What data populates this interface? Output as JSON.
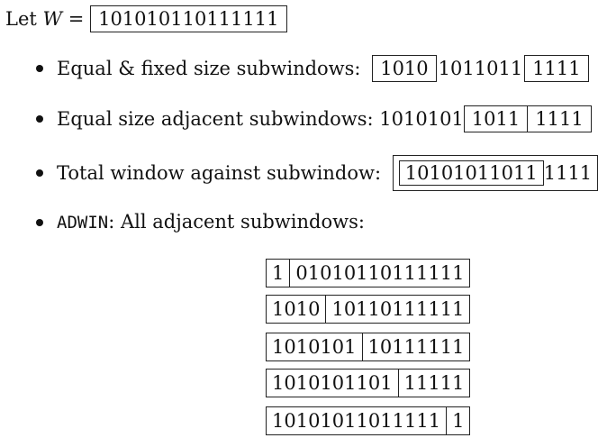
{
  "header": {
    "let_text": "Let",
    "var_name": "W",
    "equals": "=",
    "sequence": "101010110111111"
  },
  "bullets": [
    {
      "label": "Equal & fixed size subwindows:",
      "first_box": "1010",
      "middle": "1011011",
      "last_box": "1111"
    },
    {
      "label": "Equal size adjacent subwindows:",
      "prefix": "1010101",
      "box_a": "1011",
      "box_b": "1111"
    },
    {
      "label": "Total window against subwindow:",
      "inner_box": "10101011011",
      "trailing": "1111"
    },
    {
      "code": "ADWIN",
      "label": ": All adjacent subwindows:"
    }
  ],
  "adwin_splits": [
    {
      "left": "1",
      "right": "01010110111111"
    },
    {
      "left": "1010",
      "right": "10110111111"
    },
    {
      "left": "1010101",
      "right": "10111111"
    },
    {
      "left": "1010101101",
      "right": "11111"
    },
    {
      "left": "10101011011111",
      "right": "1"
    }
  ]
}
